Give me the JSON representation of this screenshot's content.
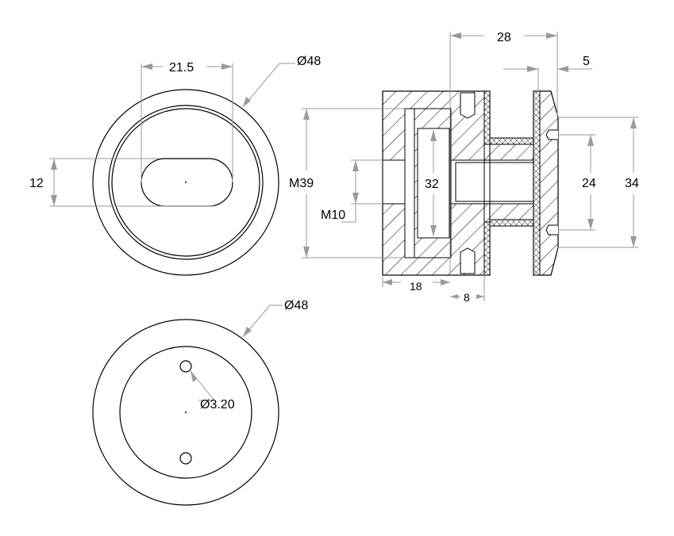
{
  "front_view": {
    "slot_width": "21.5",
    "diameter": "Ø48",
    "slot_height": "12"
  },
  "section_view": {
    "thread_outer": "M39",
    "thread_inner": "M10",
    "inner_diameter": "32",
    "pin_spacing": "24",
    "flange_diameter": "34",
    "overall_length": "28",
    "flange_thickness": "5",
    "body_length": "18",
    "neck_length": "8"
  },
  "back_view": {
    "diameter": "Ø48",
    "hole_diameter": "Ø3.20"
  }
}
